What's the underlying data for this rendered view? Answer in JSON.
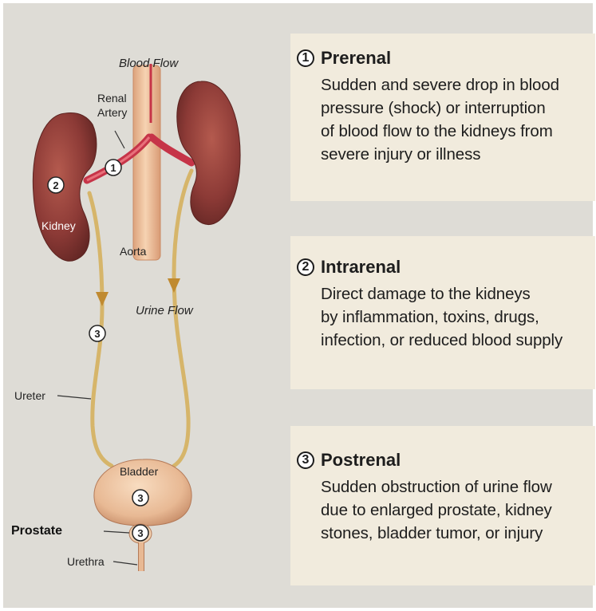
{
  "diagram": {
    "labels": {
      "blood_flow": "Blood Flow",
      "renal_artery_line1": "Renal",
      "renal_artery_line2": "Artery",
      "kidney": "Kidney",
      "aorta": "Aorta",
      "urine_flow": "Urine Flow",
      "ureter": "Ureter",
      "bladder": "Bladder",
      "prostate": "Prostate",
      "urethra": "Urethra"
    },
    "markers": {
      "renal_artery": "1",
      "kidney": "2",
      "ureter": "3",
      "bladder": "3",
      "prostate": "3"
    }
  },
  "panels": [
    {
      "number": "1",
      "title": "Prerenal",
      "lines": [
        "Sudden and severe drop in blood",
        "pressure (shock) or interruption",
        "of blood flow to the kidneys from",
        "severe injury or illness"
      ]
    },
    {
      "number": "2",
      "title": "Intrarenal",
      "lines": [
        "Direct damage to the kidneys",
        "by inflammation, toxins, drugs,",
        "infection, or reduced blood supply"
      ]
    },
    {
      "number": "3",
      "title": "Postrenal",
      "lines": [
        "Sudden obstruction of urine flow",
        "due to enlarged prostate, kidney",
        "stones, bladder tumor, or injury"
      ]
    }
  ],
  "colors": {
    "background": "#dedcd6",
    "panel": "#f1ebdd",
    "kidney": "#8c3a36",
    "artery": "#c63448",
    "aorta": "#efc39e",
    "ureter": "#d6b56a",
    "bladder": "#ecc7a4"
  }
}
